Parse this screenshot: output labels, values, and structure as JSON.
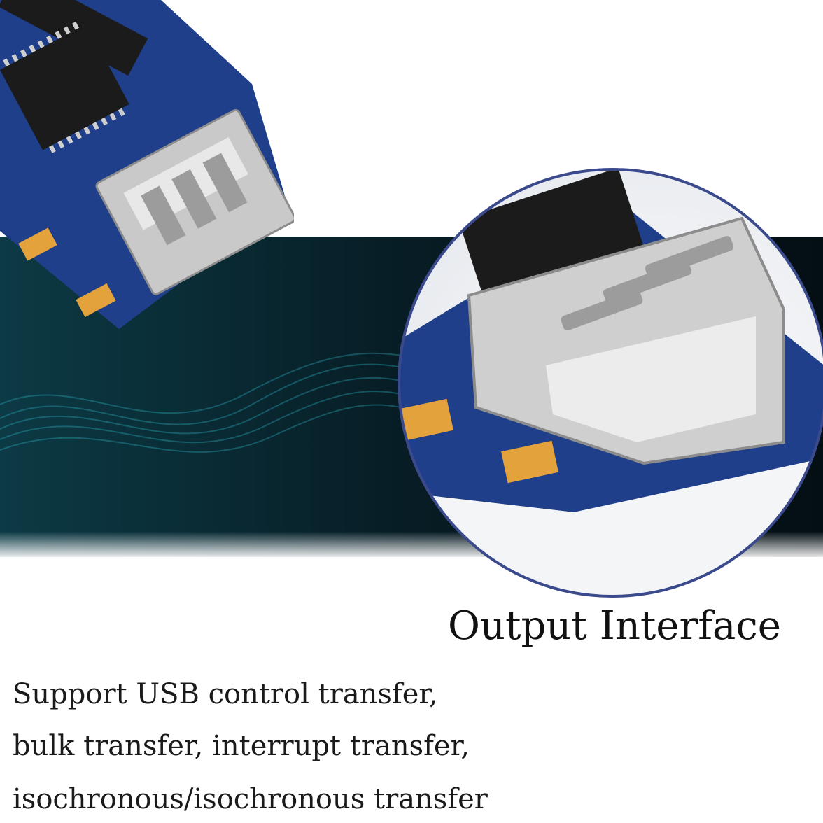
{
  "caption": "Output Interface",
  "description": {
    "line1": "Support USB control transfer,",
    "line2": "bulk transfer, interrupt transfer,",
    "line3": "isochronous/isochronous transfer"
  },
  "colors": {
    "band": "#0b2a33",
    "wave": "#2fb6c7",
    "pcb": "#1f3f8a",
    "metal": "#c9c9c9",
    "chip": "#1b1b1b",
    "capacitor": "#e3a23c",
    "loupe_ring": "#3a4a8c"
  }
}
